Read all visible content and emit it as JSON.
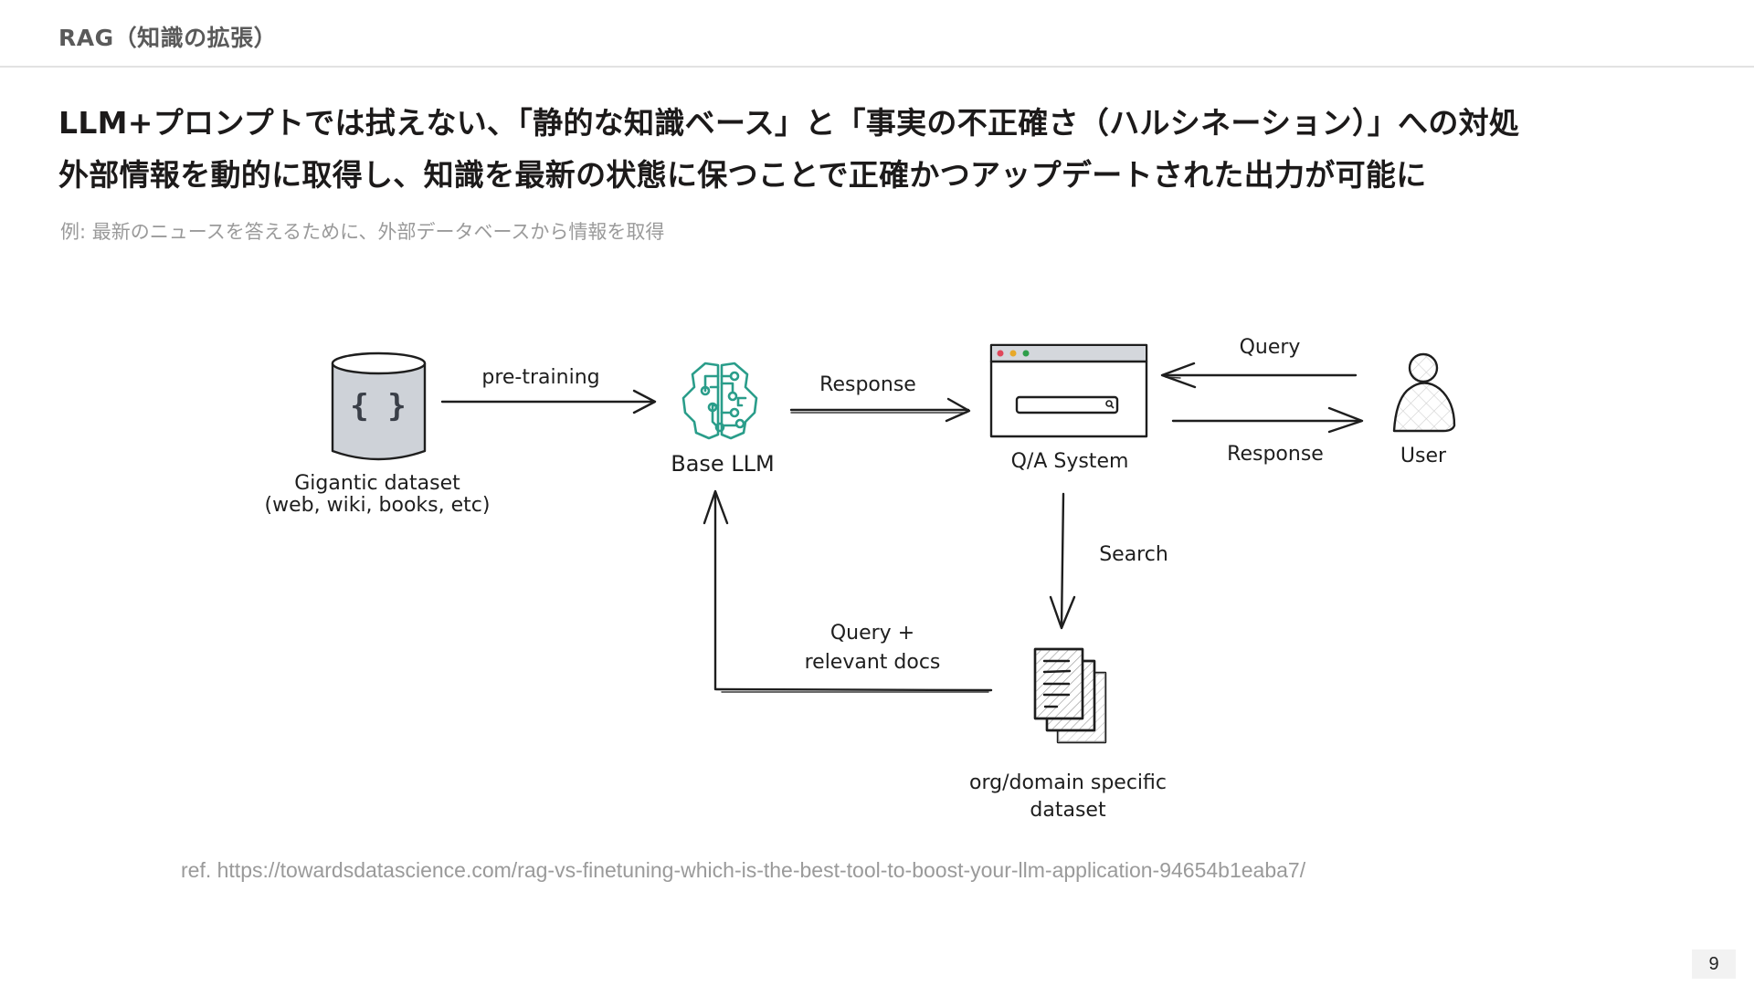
{
  "header": {
    "title": "RAG（知識の拡張）"
  },
  "headline": {
    "line1": "LLM+プロンプトでは拭えない、「静的な知識ベース」と「事実の不正確さ（ハルシネーション）」への対処",
    "line2": "外部情報を動的に取得し、知識を最新の状態に保つことで正確かつアップデートされた出力が可能に"
  },
  "example": "例: 最新のニュースを答えるために、外部データベースから情報を取得",
  "diagram": {
    "nodes": {
      "dataset": {
        "label_line1": "Gigantic dataset",
        "label_line2": "(web, wiki, books, etc)",
        "icon_glyph": "{ }",
        "icon": "database-cylinder-icon"
      },
      "llm": {
        "label": "Base LLM",
        "icon": "brain-circuit-icon"
      },
      "qa": {
        "label": "Q/A System",
        "icon": "browser-window-icon"
      },
      "user": {
        "label": "User",
        "icon": "user-icon"
      },
      "docs": {
        "label_line1": "org/domain specific",
        "label_line2": "dataset",
        "icon": "document-stack-icon"
      }
    },
    "edges": {
      "pretraining": "pre-training",
      "llm_response": "Response",
      "query": "Query",
      "user_response": "Response",
      "search": "Search",
      "query_docs_line1": "Query +",
      "query_docs_line2": "relevant docs"
    },
    "colors": {
      "brain": "#2a9d8a",
      "cylinder_fill": "#ced2d8",
      "titlebar": "#d4d7dc",
      "dot_red": "#e0475a",
      "dot_yellow": "#e8a92a",
      "dot_green": "#2f9e4a"
    }
  },
  "reference": "ref. https://towardsdatascience.com/rag-vs-finetuning-which-is-the-best-tool-to-boost-your-llm-application-94654b1eaba7/",
  "page_number": "9"
}
